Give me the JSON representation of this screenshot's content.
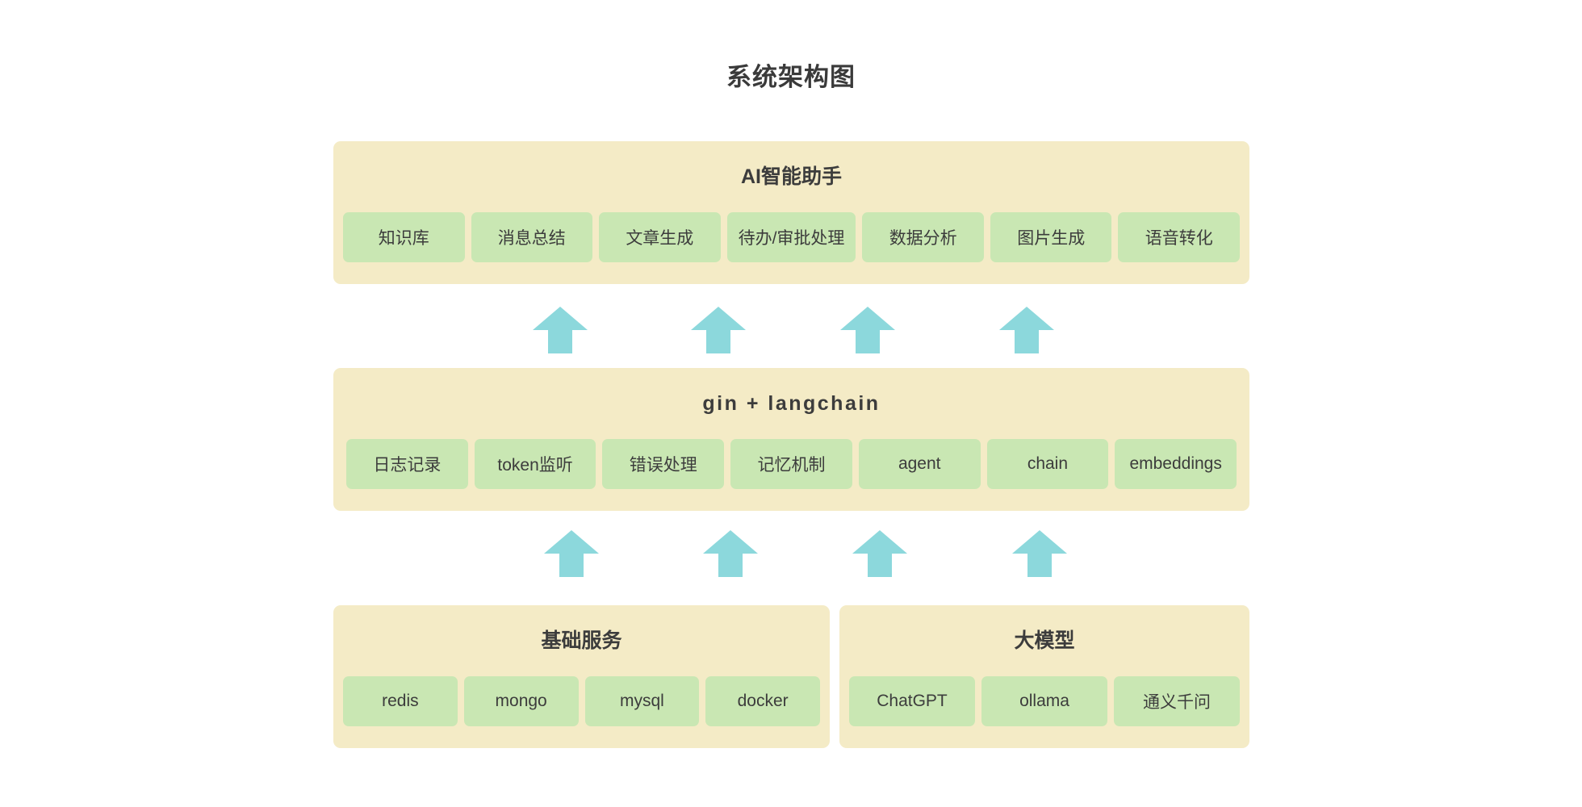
{
  "page": {
    "title": "系统架构图",
    "background_color": "#ffffff"
  },
  "palette": {
    "panel_bg": "#F4EBC6",
    "chip_bg": "#C9E7B3",
    "arrow_color": "#8CD8DC",
    "text_color": "#3c3c3c"
  },
  "layers": [
    {
      "id": "ai-assistant",
      "heading": "AI智能助手",
      "chips": [
        {
          "label": "知识库"
        },
        {
          "label": "消息总结"
        },
        {
          "label": "文章生成"
        },
        {
          "label": "待办/审批处理"
        },
        {
          "label": "数据分析"
        },
        {
          "label": "图片生成"
        },
        {
          "label": "语音转化"
        }
      ]
    },
    {
      "id": "gin-langchain",
      "heading": "gin + langchain",
      "chips": [
        {
          "label": "日志记录"
        },
        {
          "label": "token监听"
        },
        {
          "label": "错误处理"
        },
        {
          "label": "记忆机制"
        },
        {
          "label": "agent"
        },
        {
          "label": "chain"
        },
        {
          "label": "embeddings"
        }
      ]
    },
    {
      "id": "infrastructure",
      "heading": "基础服务",
      "chips": [
        {
          "label": "redis"
        },
        {
          "label": "mongo"
        },
        {
          "label": "mysql"
        },
        {
          "label": "docker"
        }
      ]
    },
    {
      "id": "large-models",
      "heading": "大模型",
      "chips": [
        {
          "label": "ChatGPT"
        },
        {
          "label": "ollama"
        },
        {
          "label": "通义千问"
        }
      ]
    }
  ],
  "connectors": {
    "upper_row": {
      "icon": "arrow-up-icon",
      "count": 4,
      "direction": "up",
      "from": "gin-langchain",
      "to": "ai-assistant",
      "x_centers": [
        694,
        890,
        1075,
        1272
      ]
    },
    "lower_row": {
      "icon": "arrow-up-icon",
      "count": 4,
      "direction": "up",
      "from": "infrastructure-and-large-models",
      "to": "gin-langchain",
      "x_centers": [
        708,
        905,
        1090,
        1288
      ]
    }
  }
}
